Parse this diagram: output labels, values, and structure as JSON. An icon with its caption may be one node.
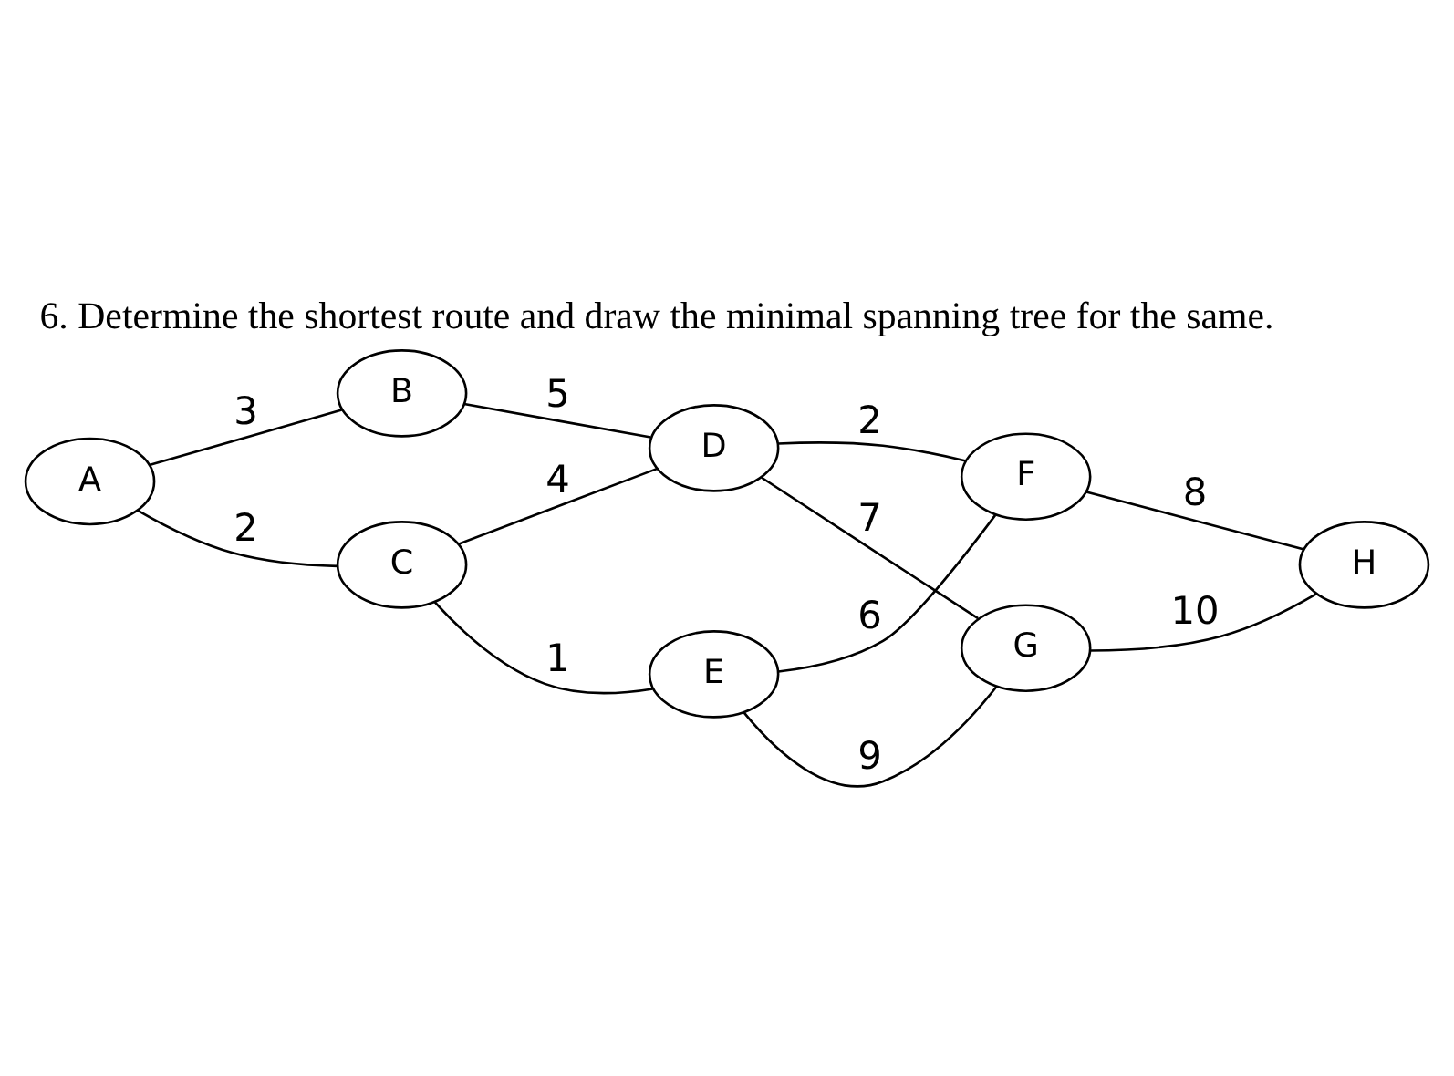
{
  "diagram": {
    "title": "6. Determine the shortest route and draw the minimal spanning tree for the same.",
    "nodes": [
      {
        "text": [
          "A"
        ]
      },
      {
        "text": [
          "B"
        ]
      },
      {
        "text": [
          "C"
        ]
      },
      {
        "text": [
          "D"
        ]
      },
      {
        "text": [
          "E"
        ]
      },
      {
        "text": [
          "F"
        ]
      },
      {
        "text": [
          "G"
        ]
      },
      {
        "text": [
          "H"
        ]
      }
    ],
    "edges": [
      {
        "from": 0,
        "to": 1,
        "arrow": "none",
        "label": "3"
      },
      {
        "from": 0,
        "to": 2,
        "arrow": "none",
        "label": "2"
      },
      {
        "from": 1,
        "to": 3,
        "arrow": "none",
        "label": "5"
      },
      {
        "from": 2,
        "to": 3,
        "arrow": "none",
        "label": "4"
      },
      {
        "from": 2,
        "to": 4,
        "arrow": "none",
        "label": "1"
      },
      {
        "from": 3,
        "to": 5,
        "arrow": "none",
        "label": "2"
      },
      {
        "from": 3,
        "to": 6,
        "arrow": "none",
        "label": "7"
      },
      {
        "from": 4,
        "to": 5,
        "arrow": "none",
        "label": "6"
      },
      {
        "from": 4,
        "to": 6,
        "arrow": "none",
        "label": "9"
      },
      {
        "from": 5,
        "to": 7,
        "arrow": "none",
        "label": "8"
      },
      {
        "from": 6,
        "to": 7,
        "arrow": "none",
        "label": "10"
      }
    ]
  }
}
